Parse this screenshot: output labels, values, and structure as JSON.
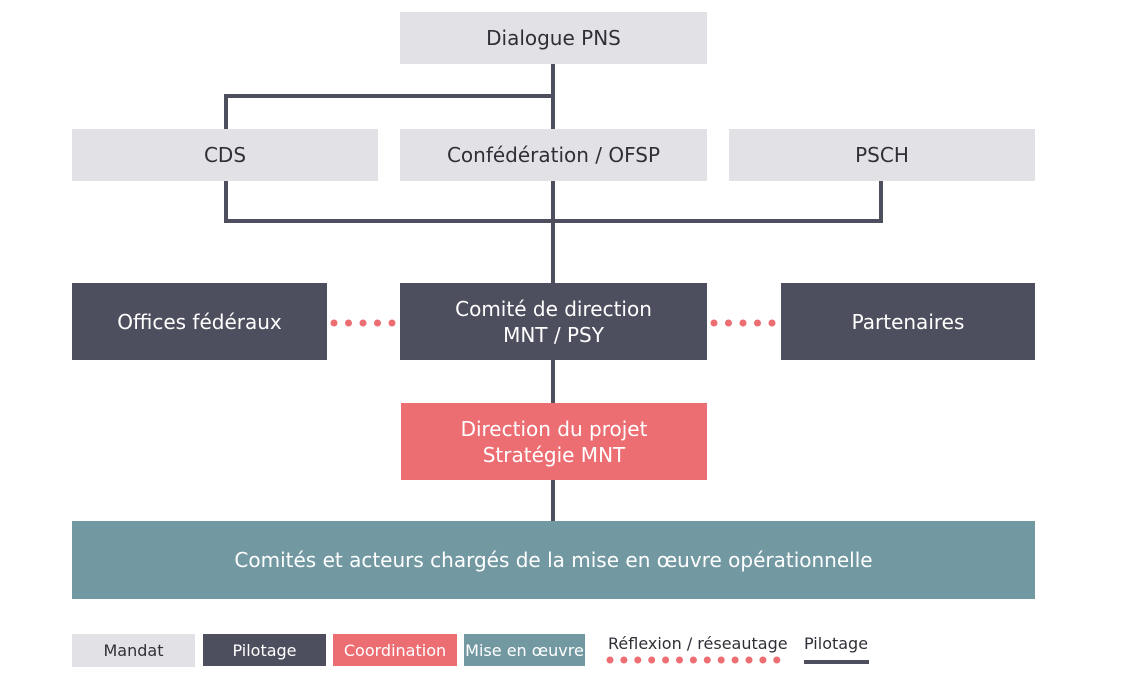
{
  "colors": {
    "mandat": "#e2e2e6",
    "pilotage": "#4d4f5e",
    "coordination": "#ec6d72",
    "mise_en_oeuvre": "#7298a2",
    "line": "#4d4f5e",
    "dots": "#ec6d72"
  },
  "nodes": {
    "dialogue_pns": "Dialogue PNS",
    "cds": "CDS",
    "confederation": "Confédération / OFSP",
    "psch": "PSCH",
    "offices": "Offices fédéraux",
    "comite": {
      "line1": "Comité de direction",
      "line2": "MNT / PSY"
    },
    "partenaires": "Partenaires",
    "direction": {
      "line1": "Direction du projet",
      "line2": "Stratégie MNT"
    },
    "comites_acteurs": "Comités et acteurs chargés de la mise en œuvre opérationnelle"
  },
  "legend": {
    "mandat": "Mandat",
    "pilotage": "Pilotage",
    "coordination": "Coordination",
    "mise_en_oeuvre": "Mise en œuvre",
    "reflexion": "Réflexion / réseautage",
    "pilotage_line": "Pilotage"
  }
}
